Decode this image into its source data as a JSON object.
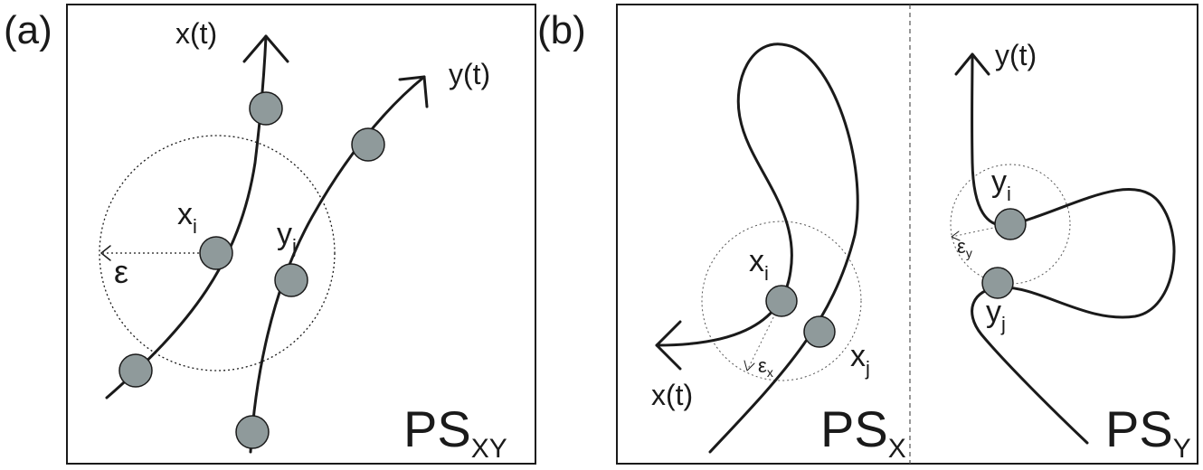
{
  "panel_a": {
    "letter": "(a)",
    "curve_x_label": "x(t)",
    "curve_y_label": "y(t)",
    "point_xi": {
      "base": "x",
      "sub": "i"
    },
    "point_yj": {
      "base": "y",
      "sub": "j"
    },
    "epsilon": "ε",
    "space": {
      "base": "PS",
      "sub": "XY"
    }
  },
  "panel_b": {
    "letter": "(b)",
    "left": {
      "curve_label": "x(t)",
      "point_xi": {
        "base": "x",
        "sub": "i"
      },
      "point_xj": {
        "base": "x",
        "sub": "j"
      },
      "epsilon": {
        "base": "ε",
        "sub": "x"
      },
      "space": {
        "base": "PS",
        "sub": "X"
      }
    },
    "right": {
      "curve_label": "y(t)",
      "point_yi": {
        "base": "y",
        "sub": "i"
      },
      "point_yj": {
        "base": "y",
        "sub": "j"
      },
      "epsilon": {
        "base": "ε",
        "sub": "y"
      },
      "space": {
        "base": "PS",
        "sub": "Y"
      }
    }
  },
  "colors": {
    "ball_fill": "#8f9a9b",
    "stroke": "#1a1a1a"
  }
}
